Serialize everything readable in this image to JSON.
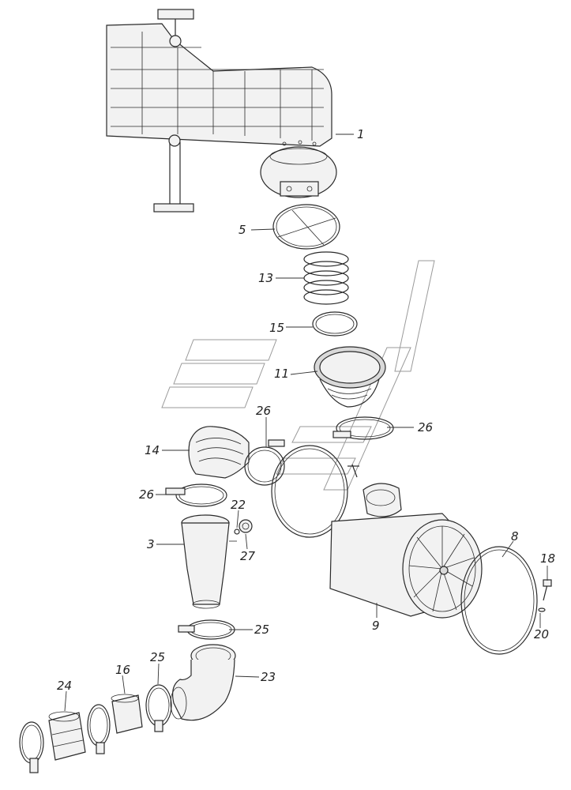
{
  "callouts": [
    {
      "id": "c1",
      "label": "1"
    },
    {
      "id": "c5",
      "label": "5"
    },
    {
      "id": "c13",
      "label": "13"
    },
    {
      "id": "c15",
      "label": "15"
    },
    {
      "id": "c11",
      "label": "11"
    },
    {
      "id": "c26a",
      "label": "26"
    },
    {
      "id": "c26b",
      "label": "26"
    },
    {
      "id": "c14",
      "label": "14"
    },
    {
      "id": "c26c",
      "label": "26"
    },
    {
      "id": "c22",
      "label": "22"
    },
    {
      "id": "c27",
      "label": "27"
    },
    {
      "id": "c3",
      "label": "3"
    },
    {
      "id": "c8",
      "label": "8"
    },
    {
      "id": "c18",
      "label": "18"
    },
    {
      "id": "c9",
      "label": "9"
    },
    {
      "id": "c20",
      "label": "20"
    },
    {
      "id": "c25a",
      "label": "25"
    },
    {
      "id": "c25b",
      "label": "25"
    },
    {
      "id": "c23",
      "label": "23"
    },
    {
      "id": "c16",
      "label": "16"
    },
    {
      "id": "c24",
      "label": "24"
    }
  ]
}
